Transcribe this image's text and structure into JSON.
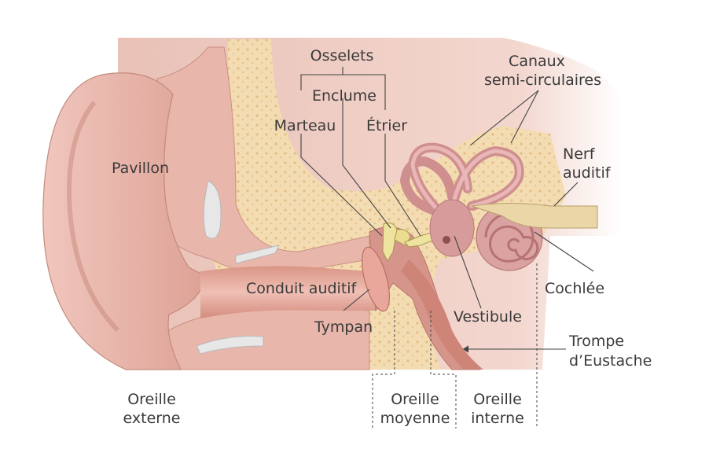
{
  "labels": {
    "osselets": "Osselets",
    "enclume": "Enclume",
    "marteau": "Marteau",
    "etrier": "Étrier",
    "canaux_1": "Canaux",
    "canaux_2": "semi-circulaires",
    "nerf_1": "Nerf",
    "nerf_2": "auditif",
    "pavillon": "Pavillon",
    "conduit": "Conduit auditif",
    "tympan": "Tympan",
    "vestibule": "Vestibule",
    "cochlee": "Cochlée",
    "trompe_1": "Trompe",
    "trompe_2": "d’Eustache",
    "externe_1": "Oreille",
    "externe_2": "externe",
    "moyenne_1": "Oreille",
    "moyenne_2": "moyenne",
    "interne_1": "Oreille",
    "interne_2": "interne"
  },
  "colors": {
    "skin": "#e7b3a8",
    "skin_dark": "#c88c80",
    "skin_light": "#f3cfc7",
    "bone": "#f3d9ad",
    "bone_dot": "#e4c18a",
    "ossicle": "#efe4a0",
    "organ": "#d99a9a",
    "organ_dark": "#b97373",
    "cartilage": "#e6e6e6",
    "line": "#444444"
  }
}
